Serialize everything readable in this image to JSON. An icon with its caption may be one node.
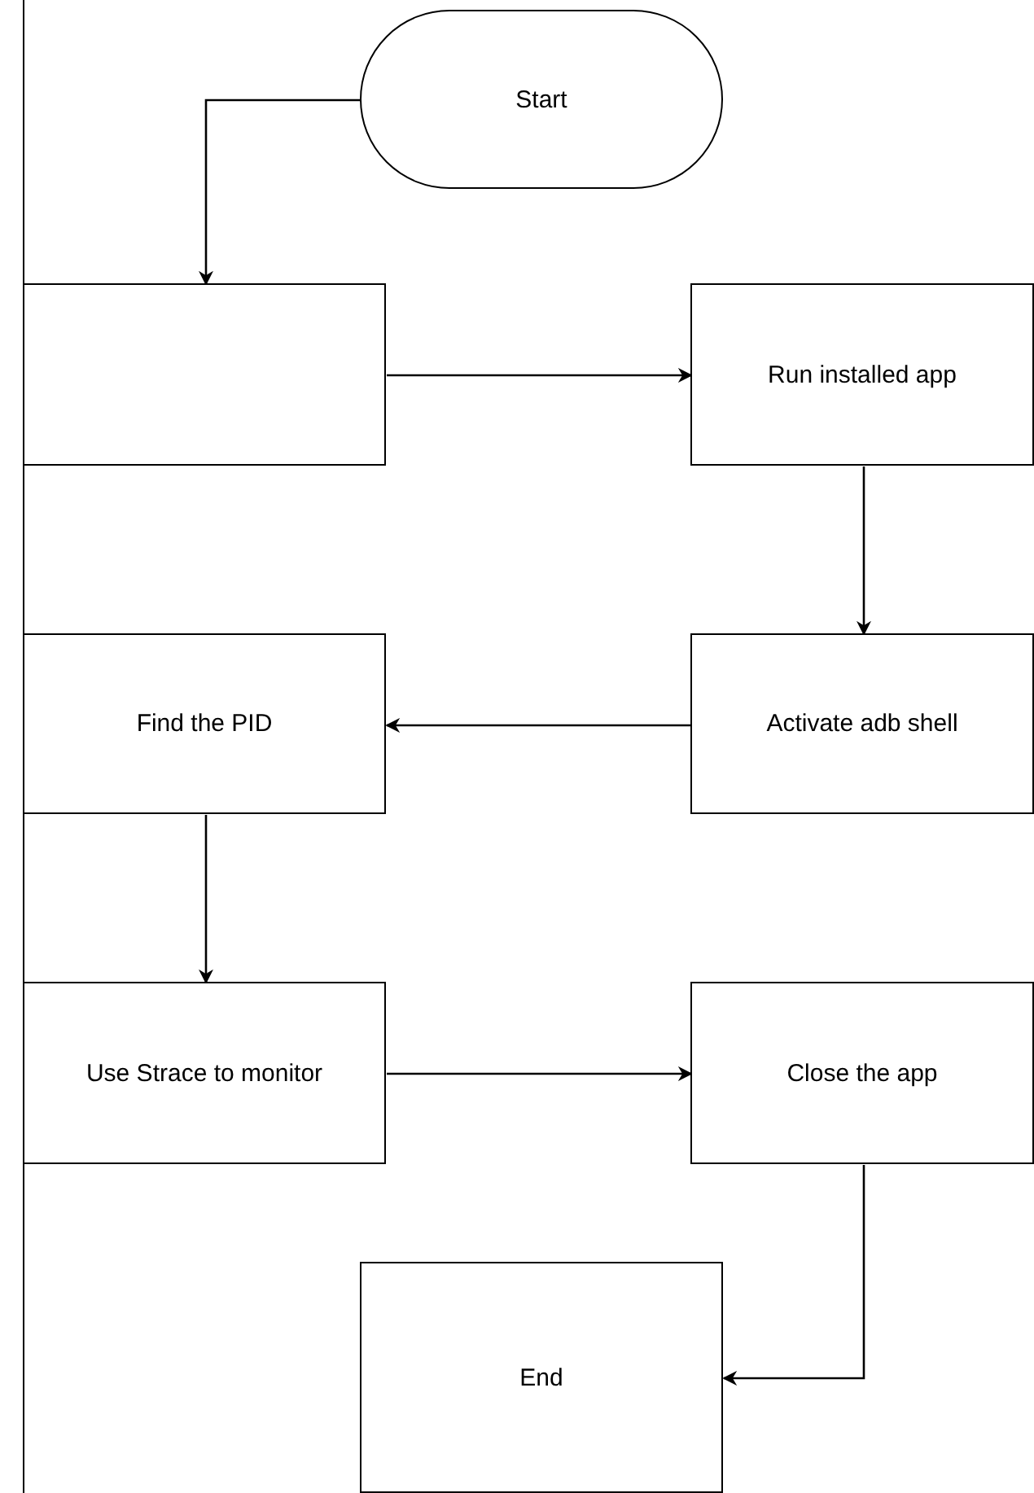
{
  "diagram": {
    "nodes": [
      {
        "text": [
          "Start"
        ]
      },
      {
        "text": [],
        "shape": "box"
      },
      {
        "text": [
          "Run installed app"
        ]
      },
      {
        "text": [
          "Find the PID"
        ]
      },
      {
        "text": [
          "Activate adb shell"
        ]
      },
      {
        "text": [
          "Use Strace to monitor"
        ]
      },
      {
        "text": [
          "Close the app"
        ]
      },
      {
        "text": [
          "End"
        ]
      }
    ],
    "edges": [
      {
        "from": 0,
        "to": 1,
        "arrow": "to"
      },
      {
        "from": 1,
        "to": 2,
        "arrow": "to"
      },
      {
        "from": 2,
        "to": 4,
        "arrow": "to"
      },
      {
        "from": 4,
        "to": 3,
        "arrow": "to"
      },
      {
        "from": 3,
        "to": 5,
        "arrow": "to"
      },
      {
        "from": 5,
        "to": 6,
        "arrow": "to"
      },
      {
        "from": 6,
        "to": 7,
        "arrow": "to"
      }
    ]
  }
}
